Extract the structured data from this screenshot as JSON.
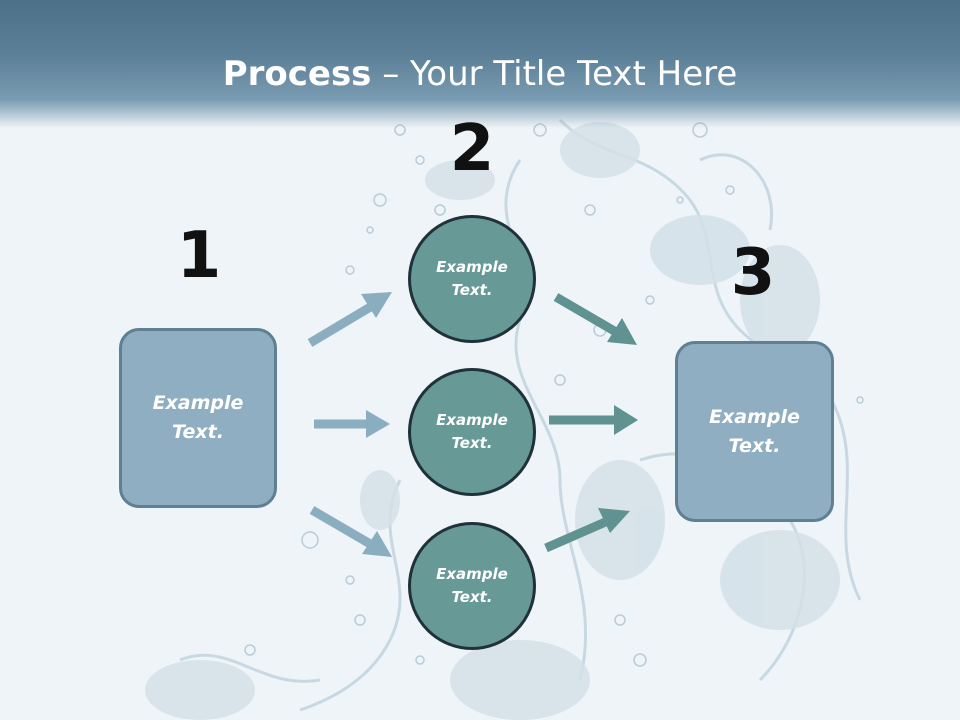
{
  "title": {
    "bold": "Process",
    "rest": " – Your Title Text Here"
  },
  "steps": [
    {
      "number": "1"
    },
    {
      "number": "2"
    },
    {
      "number": "3"
    }
  ],
  "left_box": {
    "text": "Example\nText."
  },
  "right_box": {
    "text": "Example\nText."
  },
  "circles": [
    {
      "text": "Example\nText."
    },
    {
      "text": "Example\nText."
    },
    {
      "text": "Example\nText."
    }
  ],
  "colors": {
    "title_bar": "#5d8199",
    "box_fill": "#8faec2",
    "circle_fill": "#679a97",
    "arrow_left": "#8aaec0",
    "arrow_right": "#5f9290"
  }
}
